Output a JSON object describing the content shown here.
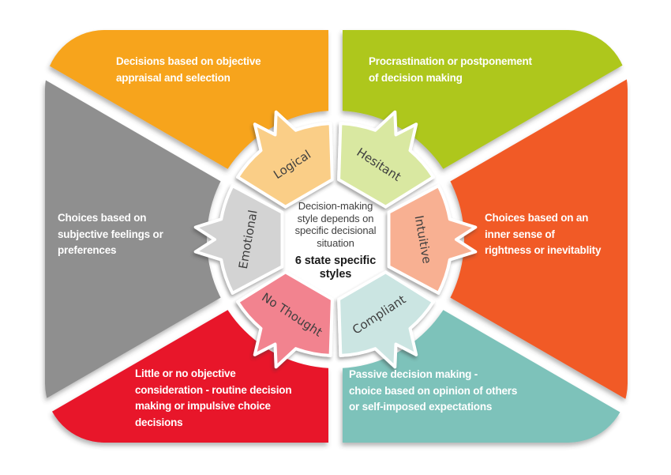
{
  "center": {
    "lines": [
      "Decision-making",
      "style depends on",
      "specific decisional",
      "situation"
    ],
    "bold_lines": [
      "6 state specific",
      "styles"
    ]
  },
  "styles": {
    "logical": {
      "label": "Logical",
      "color": "#F7A41B",
      "light_color": "#FACE87",
      "description_lines": [
        "Decisions based on objective",
        "appraisal and selection"
      ]
    },
    "hesitant": {
      "label": "Hesitant",
      "color": "#AEC71E",
      "light_color": "#D9E8A1",
      "description_lines": [
        "Procrastination or postponement",
        "of decision making"
      ]
    },
    "intuitive": {
      "label": "Intuitive",
      "color": "#F15A26",
      "light_color": "#F8B092",
      "description_lines": [
        "Choices based on an",
        "inner sense of",
        "rightness or inevitablity"
      ]
    },
    "compliant": {
      "label": "Compliant",
      "color": "#7DC2BA",
      "light_color": "#CBE5E2",
      "description_lines": [
        "Passive decision making -",
        "choice based on opinion of others",
        "or self-imposed expectations"
      ]
    },
    "no_thought": {
      "label": "No Thought",
      "color": "#E8152C",
      "light_color": "#F2838F",
      "description_lines": [
        "Little or no objective",
        "consideration - routine decision",
        "making or impulsive choice",
        "decisions"
      ]
    },
    "emotional": {
      "label": "Emotional",
      "color": "#8F8F8F",
      "light_color": "#D3D3D3",
      "description_lines": [
        "Choices based on",
        "subjective feelings or",
        "preferences"
      ]
    }
  },
  "colors": {
    "background": "#FFFFFF",
    "label_text": "#3F3F3F",
    "center_text": "#404040",
    "center_bold_text": "#1B1B1B",
    "description_text": "#FFFFFF"
  }
}
